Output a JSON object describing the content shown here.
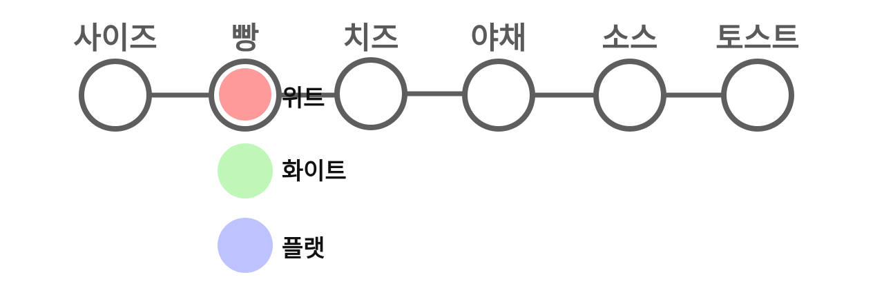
{
  "steps": [
    {
      "label": "사이즈",
      "state": "empty"
    },
    {
      "label": "빵",
      "state": "selected",
      "selected_color": "#ff9a9a"
    },
    {
      "label": "치즈",
      "state": "empty"
    },
    {
      "label": "야채",
      "state": "empty"
    },
    {
      "label": "소스",
      "state": "empty"
    },
    {
      "label": "토스트",
      "state": "empty"
    }
  ],
  "bread_options": [
    {
      "label": "위트",
      "color": "#ff9a9a",
      "selected": true
    },
    {
      "label": "화이트",
      "color": "#bff7b8",
      "selected": false
    },
    {
      "label": "플랫",
      "color": "#bcc3ff",
      "selected": false
    }
  ],
  "colors": {
    "line": "#5e5e5e",
    "title_text": "#5a5a5a",
    "option_text": "#111111"
  }
}
